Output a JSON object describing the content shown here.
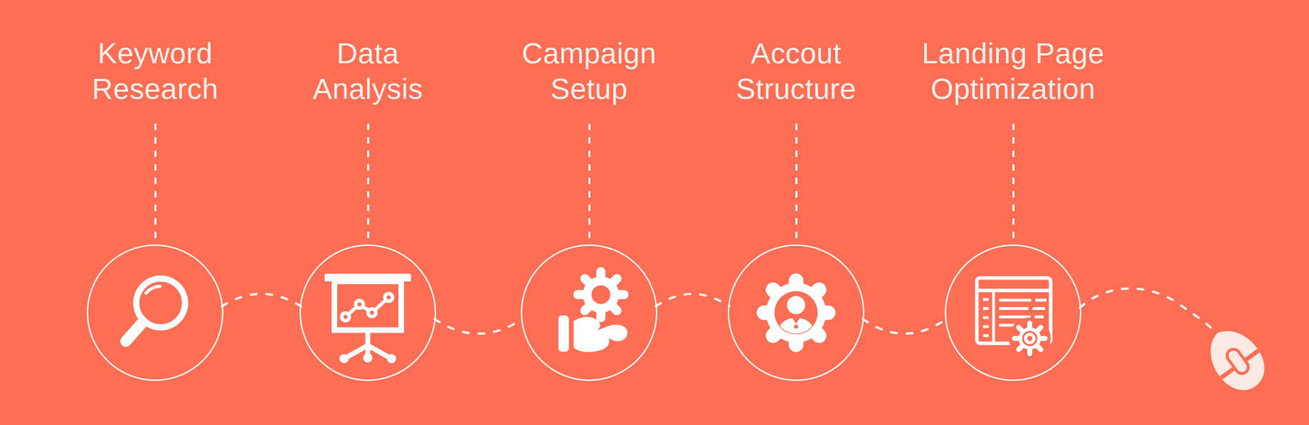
{
  "title": "PPC campaign process infographic",
  "colors": {
    "background": "#fd6e55",
    "icon_stroke": "#ffffff",
    "label_text": "#fcf1ec",
    "mouse_fill": "#fbe9e3"
  },
  "steps": [
    {
      "label": "Keyword\nResearch",
      "icon": "search-icon"
    },
    {
      "label": "Data\nAnalysis",
      "icon": "presentation-chart-icon"
    },
    {
      "label": "Campaign\nSetup",
      "icon": "hand-holding-gear-icon"
    },
    {
      "label": "Accout\nStructure",
      "icon": "gear-user-icon"
    },
    {
      "label": "Landing Page\nOptimization",
      "icon": "webpage-gear-icon"
    }
  ],
  "trailing_icon": "computer-mouse-icon"
}
